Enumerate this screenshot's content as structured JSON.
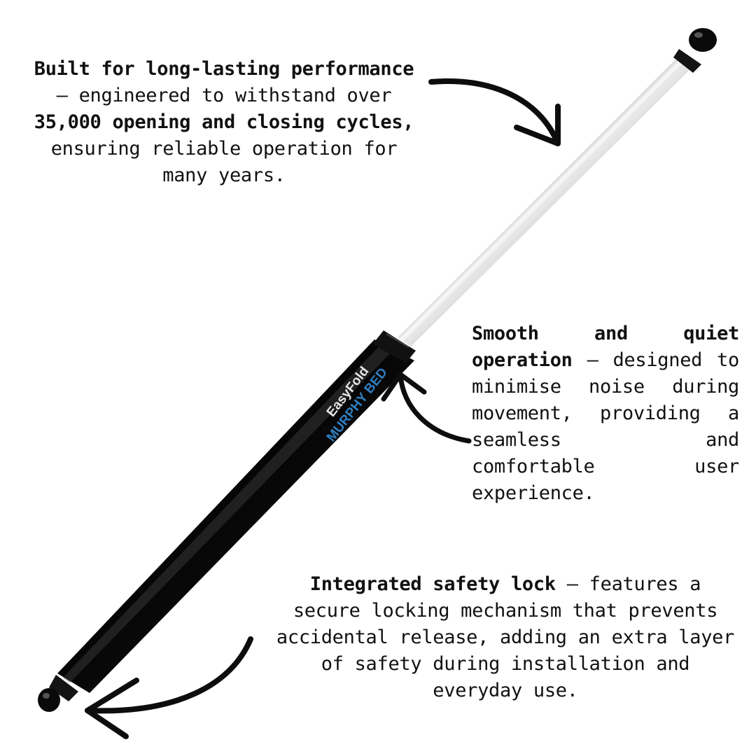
{
  "callouts": {
    "durability": {
      "heading": "Built for long-lasting performance",
      "text_1": " — engineered to withstand over ",
      "highlight": "35,000 opening and closing cycles,",
      "text_2": " ensuring reliable operation for many years."
    },
    "smooth": {
      "heading": "Smooth and quiet operation",
      "text": " — designed to minimise noise during movement, providing a seamless and comfortable user experience."
    },
    "safety": {
      "heading": "Integrated safety lock",
      "text": " — features a secure locking mechanism that prevents accidental release, adding an extra layer of safety during installation and everyday use."
    }
  },
  "product": {
    "brand_line_1": "EasyFold",
    "brand_line_2": "MURPHY BED",
    "brand_color": "#2f7fc1"
  },
  "colors": {
    "background": "#ffffff",
    "text": "#111111",
    "cylinder": "#0d0d0d"
  }
}
